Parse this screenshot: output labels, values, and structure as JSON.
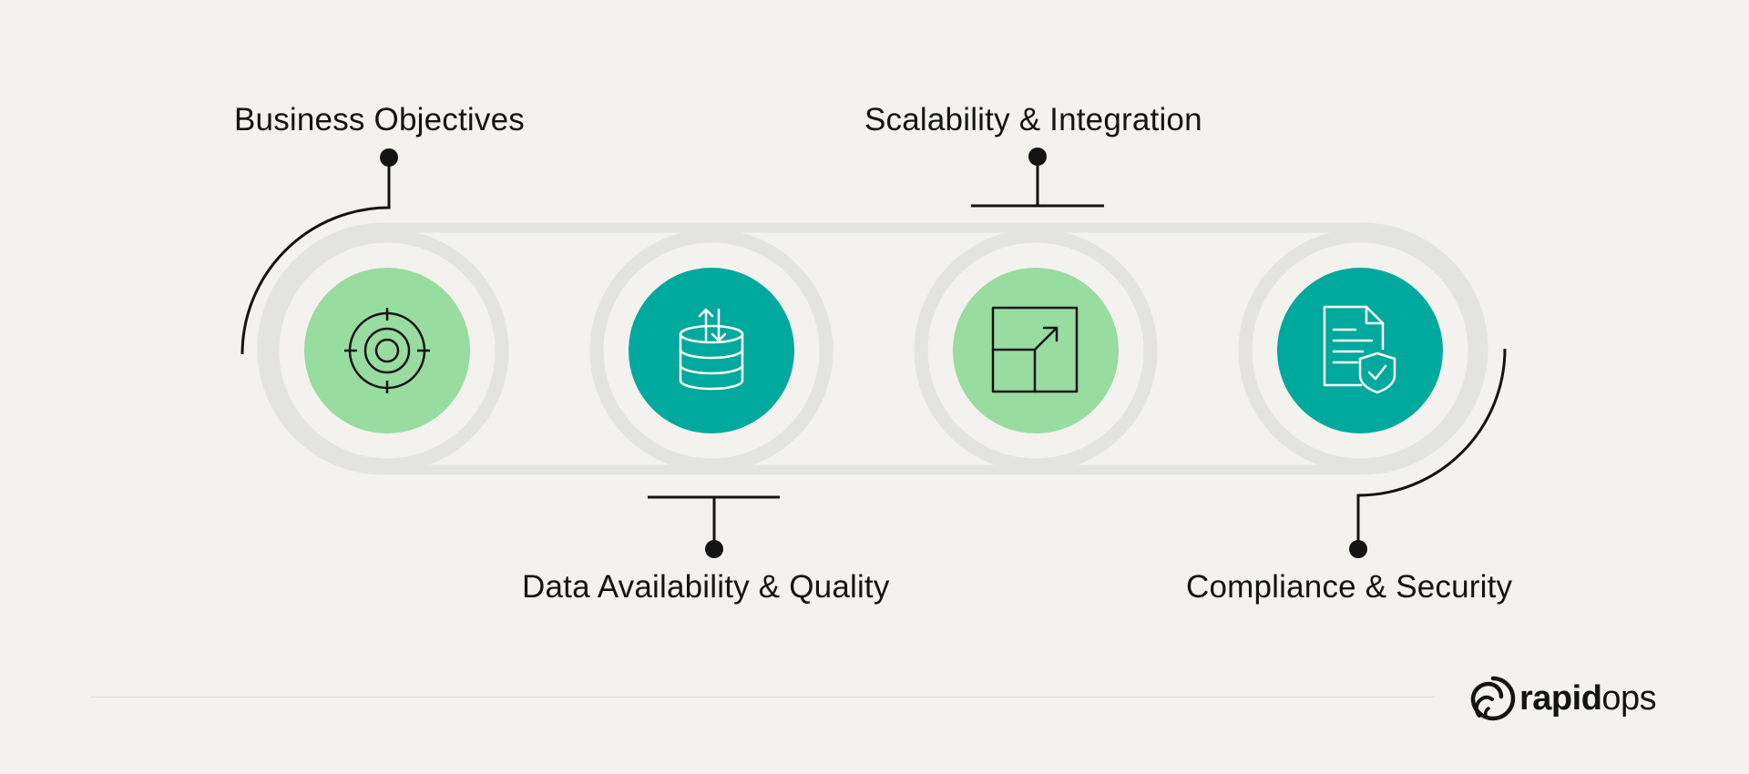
{
  "colors": {
    "background": "#f3f2ee",
    "light_green": "#98dc9f",
    "teal": "#00a99d",
    "ring": "#e3e3e1",
    "ink": "#141414"
  },
  "steps": [
    {
      "label": "Business Objectives",
      "icon": "target-icon",
      "fill": "light_green"
    },
    {
      "label": "Data Availability & Quality",
      "icon": "database-sync-icon",
      "fill": "teal"
    },
    {
      "label": "Scalability & Integration",
      "icon": "scale-up-icon",
      "fill": "light_green"
    },
    {
      "label": "Compliance & Security",
      "icon": "secure-document-icon",
      "fill": "teal"
    }
  ],
  "logo": {
    "bold": "rapid",
    "light": "ops"
  }
}
